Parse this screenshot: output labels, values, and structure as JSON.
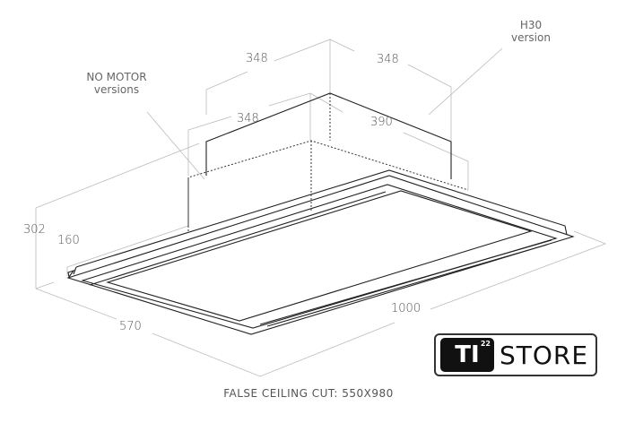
{
  "dimensions": {
    "top_left_width": "348",
    "top_right_width": "348",
    "mid_left_width": "348",
    "mid_right_width": "390",
    "total_height": "302",
    "body_height": "160",
    "depth": "570",
    "length": "1000"
  },
  "notes": {
    "no_motor_line1": "NO MOTOR",
    "no_motor_line2": "versions",
    "h30_line1": "H30",
    "h30_line2": "version"
  },
  "logo": {
    "mark": "TI",
    "superscript": "22",
    "word": "STORE"
  },
  "caption": "FALSE CEILING CUT: 550X980"
}
